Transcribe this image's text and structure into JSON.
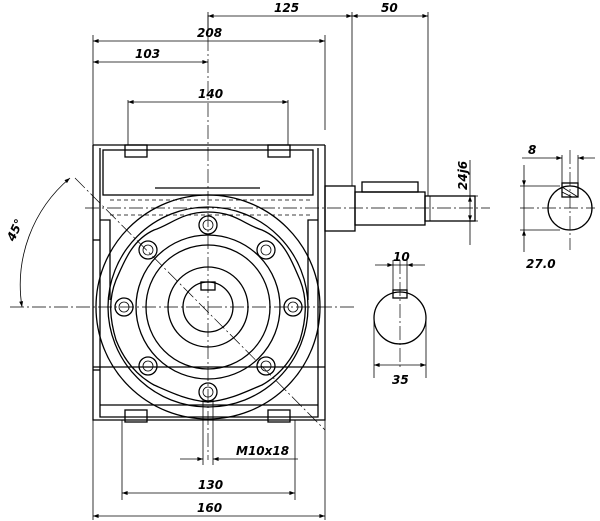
{
  "drawing": {
    "title": "Worm gearbox technical drawing",
    "dimensions": {
      "top_125": "125",
      "top_50": "50",
      "width_208": "208",
      "width_103": "103",
      "bolt_140": "140",
      "angle_45": "45°",
      "shaft_dia": "24j6",
      "keyway_10": "10",
      "bore_35": "35",
      "key_8": "8",
      "key_height": "27.0",
      "thread": "M10x18",
      "bottom_130": "130",
      "bottom_160": "160"
    }
  }
}
